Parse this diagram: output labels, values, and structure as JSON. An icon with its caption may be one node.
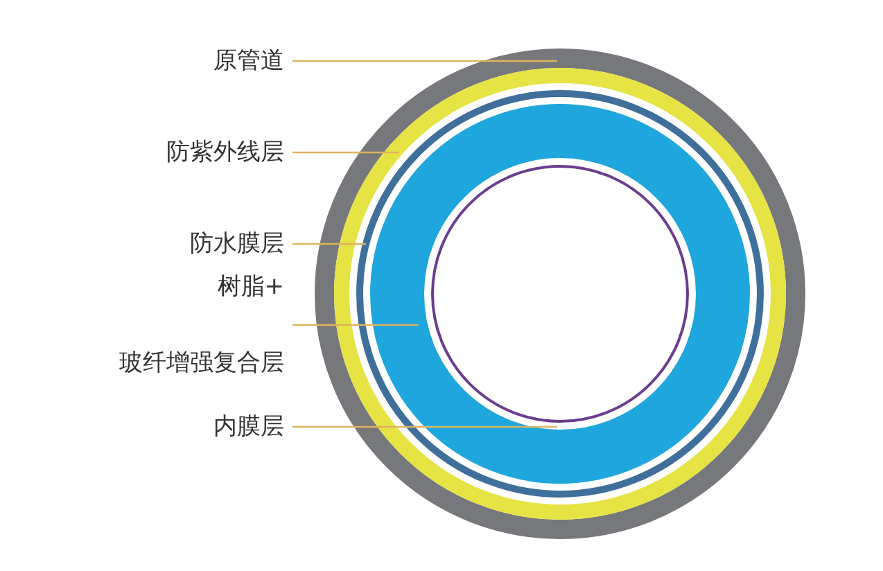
{
  "diagram": {
    "nodes": [
      {
        "text": [
          "原管道"
        ]
      },
      {
        "text": [
          "防紫外线层"
        ]
      },
      {
        "text": [
          "防水膜层"
        ]
      },
      {
        "text": [
          "树脂+",
          "玻纤增强复合层"
        ]
      },
      {
        "text": [
          "内膜层"
        ]
      },
      {
        "text": [],
        "shape": "circle"
      },
      {
        "text": [],
        "shape": "circle",
        "in": 5
      },
      {
        "text": [],
        "shape": "circle",
        "in": 6
      },
      {
        "text": [],
        "shape": "circle",
        "in": 7
      },
      {
        "text": [],
        "shape": "circle",
        "in": 8
      }
    ],
    "edges": [
      {
        "from": 0,
        "to": 5,
        "arrow": "none"
      },
      {
        "from": 1,
        "to": 6,
        "arrow": "none"
      },
      {
        "from": 2,
        "to": 7,
        "arrow": "none"
      },
      {
        "from": 3,
        "to": 8,
        "arrow": "none"
      },
      {
        "from": 4,
        "to": 9,
        "arrow": "none"
      }
    ]
  }
}
